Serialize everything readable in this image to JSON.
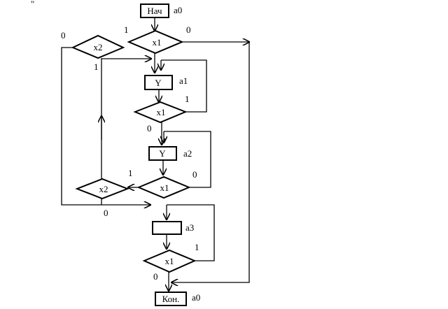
{
  "diagram": {
    "nodes": {
      "start": {
        "text": "Нач",
        "state": "a0"
      },
      "d_x1_top": {
        "text": "x1"
      },
      "d_x2_top": {
        "text": "x2"
      },
      "y1": {
        "text": "Y",
        "state": "a1"
      },
      "d_x1_a": {
        "text": "x1"
      },
      "y2": {
        "text": "Y",
        "state": "a2"
      },
      "d_x1_b": {
        "text": "x1"
      },
      "d_x2_mid": {
        "text": "x2"
      },
      "op3": {
        "text": "",
        "state": "a3"
      },
      "d_x1_c": {
        "text": "x1"
      },
      "end": {
        "text": "Кон.",
        "state": "a0"
      }
    },
    "branch_labels": {
      "x2_top_0": "0",
      "x1_top_1": "1",
      "x1_top_0": "0",
      "x2_top_1": "1",
      "x1_a_1": "1",
      "x1_a_0": "0",
      "x1_b_1": "1",
      "x1_b_0": "0",
      "x2_mid_0": "0",
      "x1_c_1": "1",
      "x1_c_0": "0"
    },
    "stray_mark": "\""
  }
}
